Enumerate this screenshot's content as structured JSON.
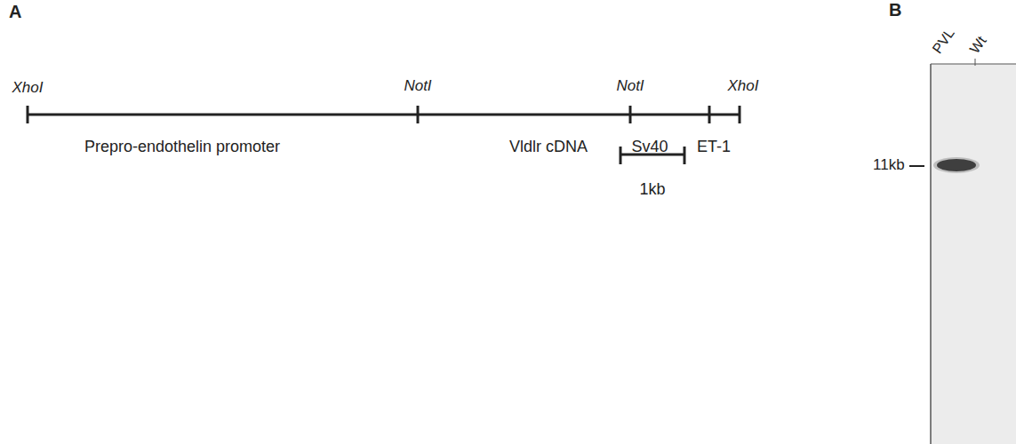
{
  "diagram": {
    "labels": [
      "A",
      "XhoI",
      "NotI",
      "NotI",
      "XhoI",
      "Prepro-endothelin promoter",
      "Vldlr cDNA",
      "Sv40",
      "ET-1",
      "1kb",
      "B",
      "PVL",
      "Wt",
      "11kb"
    ]
  }
}
